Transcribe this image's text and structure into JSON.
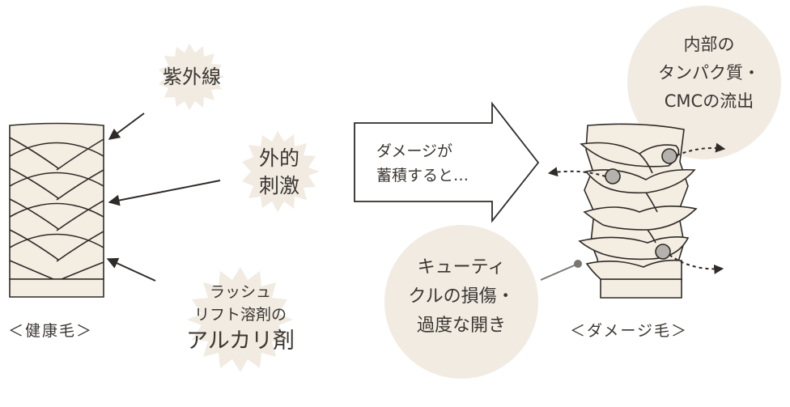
{
  "colors": {
    "badge_fill": "#f1ebe2",
    "hair_fill": "#f4ede2",
    "stroke": "#2f2b28",
    "text": "#3a3632",
    "particle": "#b5b1ac",
    "connector": "#7a7672"
  },
  "healthy_hair": {
    "caption": "＜健康毛＞"
  },
  "damaged_hair": {
    "caption": "＜ダメージ毛＞"
  },
  "causes": [
    {
      "lines": [
        "紫外線"
      ]
    },
    {
      "lines": [
        "外的",
        "刺激"
      ]
    },
    {
      "lines": [
        "ラッシュ",
        "リフト溶剤の",
        "アルカリ剤"
      ]
    }
  ],
  "process_arrow": {
    "lines": [
      "ダメージが",
      "蓄積すると…"
    ]
  },
  "results": {
    "outflow": {
      "lines": [
        "内部の",
        "タンパク質・",
        "CMCの流出"
      ]
    },
    "cuticle": {
      "lines": [
        "キューティ",
        "クルの損傷・",
        "過度な開き"
      ]
    }
  }
}
